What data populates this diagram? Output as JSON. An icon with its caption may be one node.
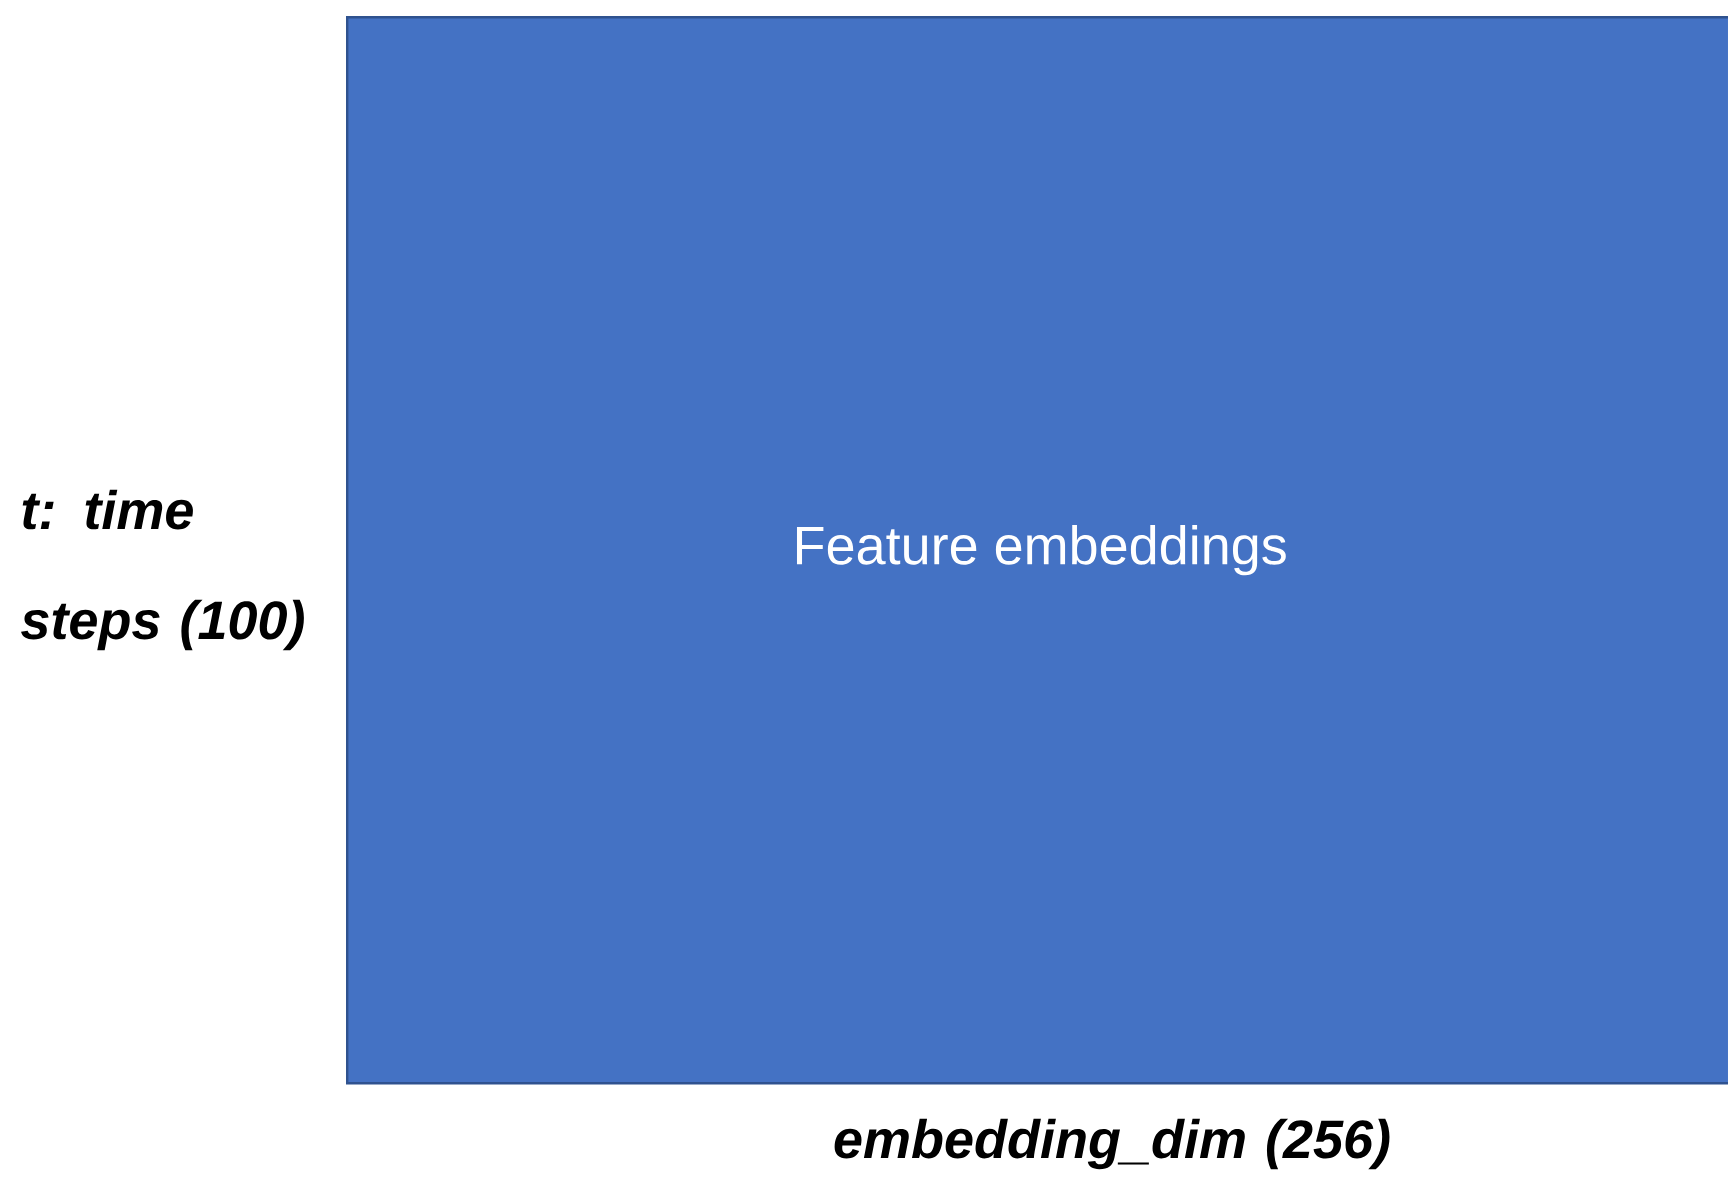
{
  "diagram": {
    "nodes": [
      {
        "text": [
          "Feature embeddings"
        ]
      }
    ],
    "labels": [
      "t: time steps (100)",
      "embedding_dim (256)"
    ]
  }
}
